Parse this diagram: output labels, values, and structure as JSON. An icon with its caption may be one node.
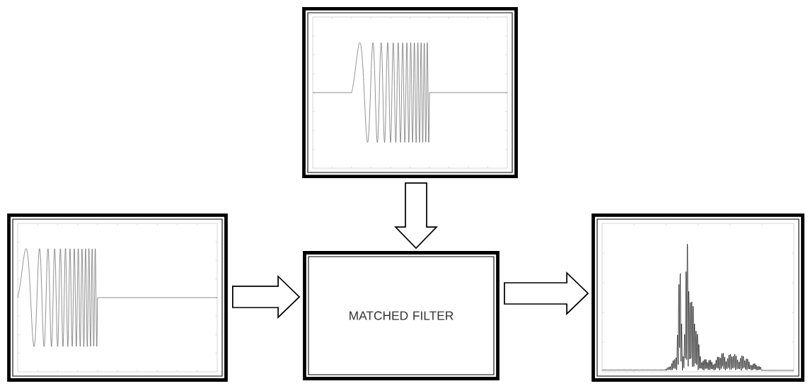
{
  "diagram": {
    "nodes": [
      {
        "text": [],
        "shape": "picture"
      },
      {
        "text": [],
        "shape": "picture"
      },
      {
        "text": [
          "MATCHED FILTER"
        ]
      },
      {
        "text": [],
        "shape": "picture"
      }
    ],
    "edges": [
      {
        "from": 0,
        "to": 2,
        "arrow": "to"
      },
      {
        "from": 1,
        "to": 2,
        "arrow": "to"
      },
      {
        "from": 2,
        "to": 3,
        "arrow": "to"
      }
    ]
  }
}
